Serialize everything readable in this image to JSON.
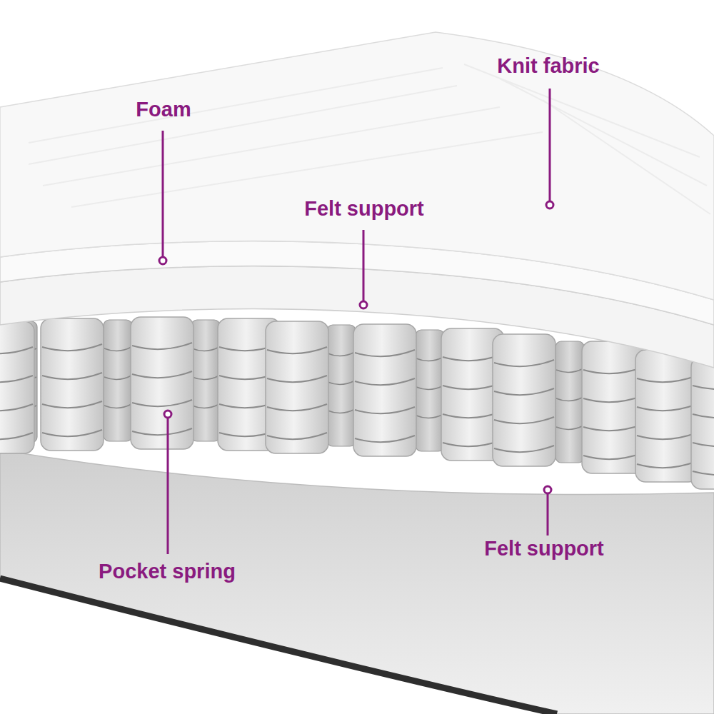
{
  "diagram": {
    "labels": [
      "Knit fabric",
      "Foam",
      "Felt support",
      "Felt support",
      "Pocket spring"
    ]
  }
}
